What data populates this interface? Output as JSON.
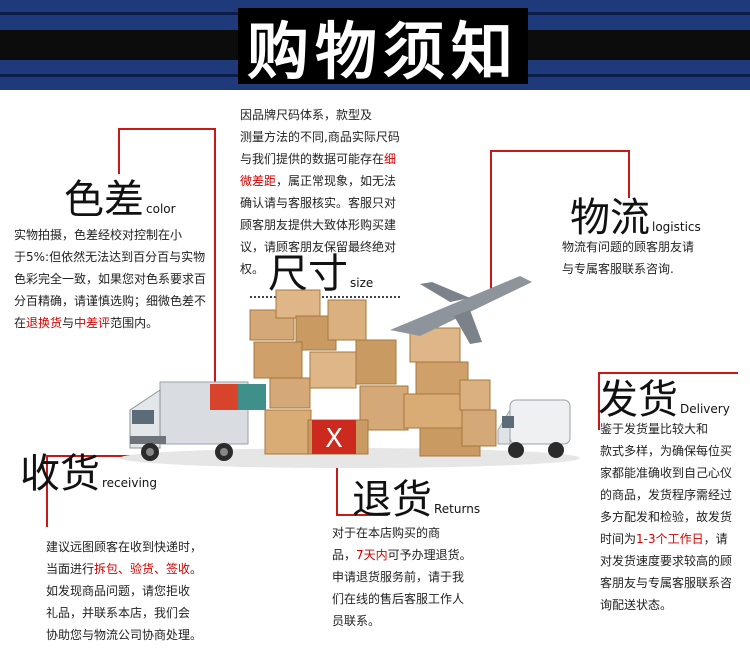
{
  "banner": {
    "title": "购物须知"
  },
  "size_section": {
    "heading": "尺寸",
    "heading_en": "size",
    "lines": [
      [
        {
          "t": "因品牌尺码体系，款型及"
        }
      ],
      [
        {
          "t": "测量方法的不同,商品实际尺码"
        }
      ],
      [
        {
          "t": "与我们提供的数据可能存在"
        },
        {
          "t": "细",
          "hl": true
        }
      ],
      [
        {
          "t": "微差距",
          "hl": true
        },
        {
          "t": "，属正常现象，如无法"
        }
      ],
      [
        {
          "t": "确认请与客服核实。客服只对"
        }
      ],
      [
        {
          "t": "顾客朋友提供大致体形购买建"
        }
      ],
      [
        {
          "t": "议，请顾客朋友保留最终绝对"
        }
      ],
      [
        {
          "t": "权。"
        }
      ]
    ]
  },
  "color_section": {
    "heading": "色差",
    "heading_en": "color",
    "lines": [
      [
        {
          "t": "实物拍摄，色差经校对控制在小"
        }
      ],
      [
        {
          "t": "于5%:但依然无法达到百分百与实物"
        }
      ],
      [
        {
          "t": "色彩完全一致，如果您对色系要求百"
        }
      ],
      [
        {
          "t": "分百精确，请谨慎选购；细微色差不"
        }
      ],
      [
        {
          "t": "在"
        },
        {
          "t": "退换货",
          "hl": true
        },
        {
          "t": "与"
        },
        {
          "t": "中差评",
          "hl": true
        },
        {
          "t": "范围内。"
        }
      ]
    ]
  },
  "logistics_section": {
    "heading": "物流",
    "heading_en": "logistics",
    "lines": [
      [
        {
          "t": "物流有问题的顾客朋友请"
        }
      ],
      [
        {
          "t": "与专属客服联系咨询."
        }
      ]
    ]
  },
  "delivery_section": {
    "heading": "发货",
    "heading_en": "Delivery",
    "lines": [
      [
        {
          "t": "鉴于发货量比较大和"
        }
      ],
      [
        {
          "t": "款式多样，为确保每位买"
        }
      ],
      [
        {
          "t": "家都能准确收到自己心仪"
        }
      ],
      [
        {
          "t": "的商品，发货程序需经过"
        }
      ],
      [
        {
          "t": "多方配发和检验，故发货"
        }
      ],
      [
        {
          "t": "时间为"
        },
        {
          "t": "1-3个工作日",
          "hl": true
        },
        {
          "t": "，请"
        }
      ],
      [
        {
          "t": "对发货速度要求较高的顾"
        }
      ],
      [
        {
          "t": "客朋友与专属客服联系咨"
        }
      ],
      [
        {
          "t": "询配送状态。"
        }
      ]
    ]
  },
  "receiving_section": {
    "heading": "收货",
    "heading_en": "receiving",
    "lines": [
      [
        {
          "t": "建议远图顾客在收到快递时，"
        }
      ],
      [
        {
          "t": "当面进行"
        },
        {
          "t": "拆包、验货、签收",
          "hl": true
        },
        {
          "t": "。"
        }
      ],
      [
        {
          "t": "如发现商品问题，请您拒收"
        }
      ],
      [
        {
          "t": "礼品，并联系本店，我们会"
        }
      ],
      [
        {
          "t": "协助您与物流公司协商处理。"
        }
      ]
    ]
  },
  "returns_section": {
    "heading": "退货",
    "heading_en": "Returns",
    "lines": [
      [
        {
          "t": "对于在本店购买的商"
        }
      ],
      [
        {
          "t": "品，"
        },
        {
          "t": "7天内",
          "hl": true
        },
        {
          "t": "可予办理退货。"
        }
      ],
      [
        {
          "t": "申请退货服务前，请于我"
        }
      ],
      [
        {
          "t": "们在线的售后客服工作人"
        }
      ],
      [
        {
          "t": "员联系。"
        }
      ]
    ]
  },
  "scene": {
    "box_mark": "X"
  },
  "colors": {
    "banner": "#1f3a7a",
    "accent_red": "#c81818",
    "highlight": "#d40000"
  }
}
